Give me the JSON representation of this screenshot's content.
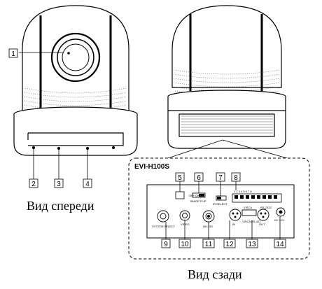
{
  "captions": {
    "front": "Вид спереди",
    "back": "Вид сзади"
  },
  "model": "EVI-H100S",
  "callouts": [
    "1",
    "2",
    "3",
    "4",
    "5",
    "6",
    "7",
    "8",
    "9",
    "10",
    "11",
    "12",
    "13",
    "14"
  ],
  "panel_labels": {
    "system_select": "SYSTEM SELECT",
    "video": "VIDEO",
    "hd_sdi": "HD-SDI",
    "visca_in": "IN",
    "visca_rs422": "VISCA RS-422",
    "visca_out": "OUT",
    "visca_rs232c": "VISCA",
    "rs232c": "RS-232C",
    "dc_in": "DC 12V",
    "ir_select": "IR SELECT",
    "off_on": "OFF ON",
    "image_flip": "IMAGE FLIP",
    "dip_numbers": "1 2 3 4 5 6 7 8"
  },
  "colors": {
    "line": "#000000",
    "body_shadow": "#555555",
    "face": "#ffffff"
  }
}
